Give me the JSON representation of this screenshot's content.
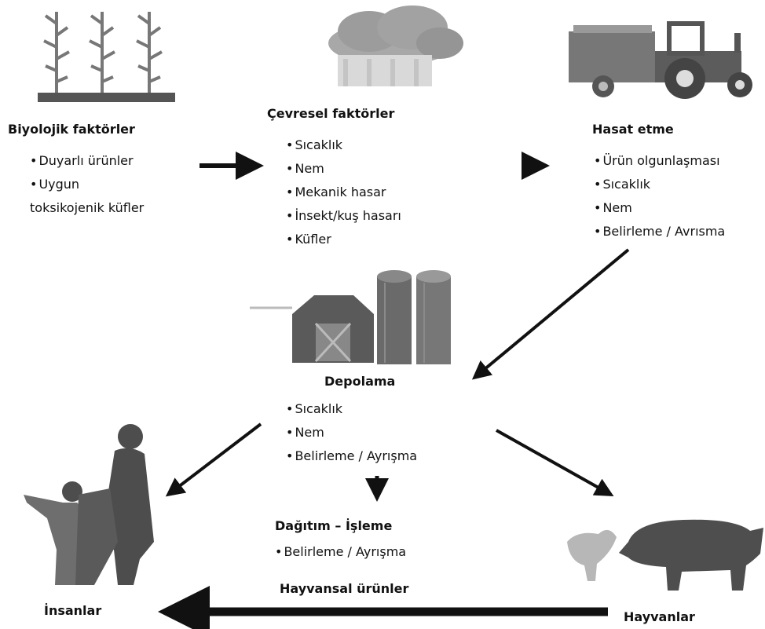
{
  "nodes": {
    "biological": {
      "title": "Biyolojik faktörler",
      "items": [
        "Duyarlı ürünler",
        "Uygun"
      ],
      "extra_line": "toksikojenik küfler"
    },
    "environmental": {
      "title": "Çevresel faktörler",
      "items": [
        "Sıcaklık",
        "Nem",
        "Mekanik hasar",
        "İnsekt/kuş hasarı",
        "Küfler"
      ]
    },
    "harvest": {
      "title": "Hasat etme",
      "items": [
        "Ürün olgunlaşması",
        "Sıcaklık",
        "Nem",
        "Belirleme / Avrısma"
      ]
    },
    "storage": {
      "title": "Depolama",
      "items": [
        "Sıcaklık",
        "Nem",
        "Belirleme / Ayrışma"
      ]
    },
    "distribution": {
      "title": "Dağıtım – İşleme",
      "items": [
        "Belirleme / Ayrışma"
      ]
    },
    "humans": {
      "title": "İnsanlar"
    },
    "animals": {
      "title": "Hayvanlar"
    },
    "animal_products": {
      "label": "Hayvansal ürünler"
    }
  },
  "icons": {
    "crops": "corn-plants-icon",
    "cloud": "storm-cloud-icon",
    "tractor": "tractor-trailer-icon",
    "barn": "barn-silo-icon",
    "people": "family-icon",
    "animals": "chicken-pig-icon"
  },
  "colors": {
    "ink": "#111111",
    "icon": "#6f6f6f",
    "icon_dark": "#4a4a4a",
    "cloud": "#9a9a9a"
  }
}
